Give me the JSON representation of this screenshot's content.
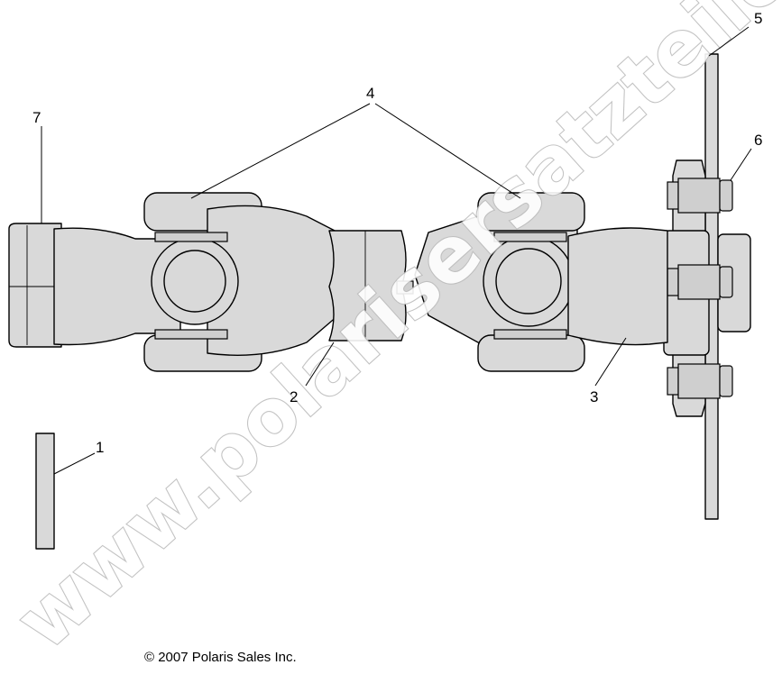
{
  "callouts": {
    "c1": "1",
    "c2": "2",
    "c3": "3",
    "c4": "4",
    "c5": "5",
    "c6": "6",
    "c7": "7"
  },
  "watermark": "www.polarisersatzteile.de",
  "copyright": "© 2007 Polaris Sales Inc."
}
